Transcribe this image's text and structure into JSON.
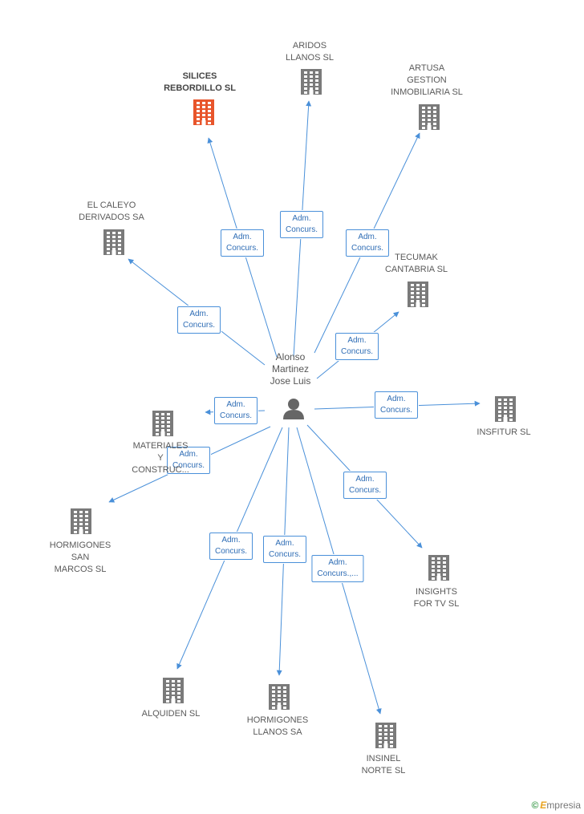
{
  "person": {
    "lines": [
      "Alonso",
      "Martinez",
      "Jose Luis"
    ]
  },
  "colors": {
    "edge": "#4a90d9",
    "company": "#7a7a7a",
    "main_company": "#e8552b",
    "person": "#666666"
  },
  "companies": [
    {
      "id": "silices",
      "lines": [
        "SILICES",
        "REBORDILLO SL"
      ],
      "main": true
    },
    {
      "id": "aridos",
      "lines": [
        "ARIDOS",
        "LLANOS SL"
      ]
    },
    {
      "id": "artusa",
      "lines": [
        "ARTUSA",
        "GESTION",
        "INMOBILIARIA SL"
      ]
    },
    {
      "id": "caleyo",
      "lines": [
        "EL CALEYO",
        "DERIVADOS SA"
      ]
    },
    {
      "id": "tecumak",
      "lines": [
        "TECUMAK",
        "CANTABRIA SL"
      ]
    },
    {
      "id": "materiales",
      "lines": [
        "MATERIALES",
        "Y",
        "CONSTRUC..."
      ]
    },
    {
      "id": "insfitur",
      "lines": [
        "INSFITUR SL"
      ]
    },
    {
      "id": "hsanmarcos",
      "lines": [
        "HORMIGONES",
        "SAN",
        "MARCOS SL"
      ]
    },
    {
      "id": "insights",
      "lines": [
        "INSIGHTS",
        "FOR TV SL"
      ]
    },
    {
      "id": "alquiden",
      "lines": [
        "ALQUIDEN SL"
      ]
    },
    {
      "id": "hllanos",
      "lines": [
        "HORMIGONES",
        "LLANOS SA"
      ]
    },
    {
      "id": "insinel",
      "lines": [
        "INSINEL",
        "NORTE SL"
      ]
    }
  ],
  "edges": [
    {
      "to": "silices",
      "label": [
        "Adm.",
        "Concurs."
      ]
    },
    {
      "to": "aridos",
      "label": [
        "Adm.",
        "Concurs."
      ]
    },
    {
      "to": "artusa",
      "label": [
        "Adm.",
        "Concurs."
      ]
    },
    {
      "to": "caleyo",
      "label": [
        "Adm.",
        "Concurs."
      ]
    },
    {
      "to": "tecumak",
      "label": [
        "Adm.",
        "Concurs."
      ]
    },
    {
      "to": "materiales",
      "label": [
        "Adm.",
        "Concurs."
      ]
    },
    {
      "to": "insfitur",
      "label": [
        "Adm.",
        "Concurs."
      ]
    },
    {
      "to": "hsanmarcos",
      "label": [
        "Adm.",
        "Concurs."
      ]
    },
    {
      "to": "insights",
      "label": [
        "Adm.",
        "Concurs."
      ]
    },
    {
      "to": "alquiden",
      "label": [
        "Adm.",
        "Concurs."
      ]
    },
    {
      "to": "hllanos",
      "label": [
        "Adm.",
        "Concurs."
      ]
    },
    {
      "to": "insinel",
      "label": [
        "Adm.",
        "Concurs.,..."
      ]
    }
  ],
  "brand": {
    "copyright": "©",
    "initial": "E",
    "rest": "mpresia"
  }
}
